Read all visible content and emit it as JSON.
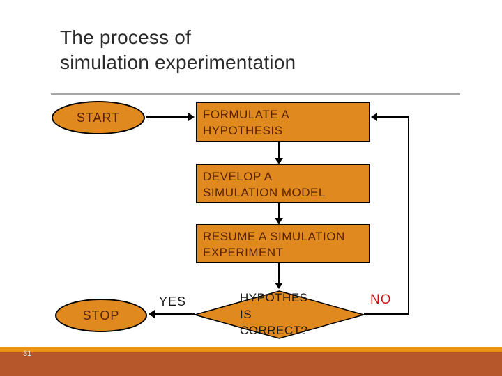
{
  "slide": {
    "title": {
      "line1": "The process of",
      "line2": "simulation experimentation"
    },
    "page_number": "31"
  },
  "flowchart": {
    "start": {
      "label": "START"
    },
    "formulate": {
      "label": "FORMULATE A\nHYPOTHESIS"
    },
    "develop": {
      "label": "DEVELOP A\nSIMULATION MODEL"
    },
    "resume": {
      "label": "RESUME A SIMULATION\nEXPERIMENT"
    },
    "decision": {
      "label": "HYPOTHES\nIS\nCORRECT?"
    },
    "stop": {
      "label": "STOP"
    },
    "branch_yes": {
      "label": "YES"
    },
    "branch_no": {
      "label": "NO"
    }
  },
  "colors": {
    "shape_fill": "#E0891E",
    "shape_text": "#5A2300",
    "decision_text": "#1A1A1A",
    "no_label": "#CC1111",
    "accent_strip": "#EC9212",
    "footer_band": "#B5562B",
    "title_text": "#2B2B2B",
    "divider": "#A6A6A6"
  }
}
